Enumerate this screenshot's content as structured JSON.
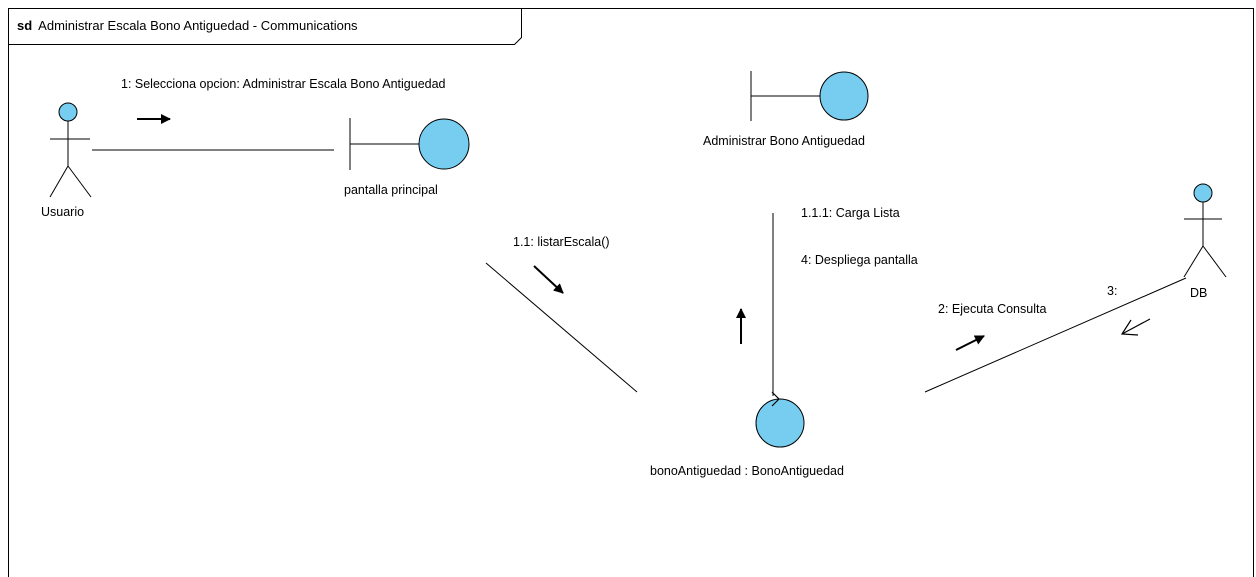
{
  "frame": {
    "keyword": "sd",
    "title": "Administrar Escala Bono Antiguedad - Communications"
  },
  "colors": {
    "fill": "#76cdf0",
    "stroke": "#000000",
    "background": "#ffffff"
  },
  "lifelines": {
    "usuario": {
      "kind": "actor",
      "label": "Usuario"
    },
    "db": {
      "kind": "actor",
      "label": "DB"
    },
    "pantalla_principal": {
      "kind": "boundary",
      "label": "pantalla principal"
    },
    "administrar_bono": {
      "kind": "boundary",
      "label": "Administrar Bono Antiguedad"
    },
    "bono_antiguedad": {
      "kind": "control",
      "label": "bonoAntiguedad : BonoAntiguedad"
    }
  },
  "messages": {
    "m1": "1: Selecciona opcion: Administrar  Escala Bono Antiguedad",
    "m1_1": "1.1: listarEscala()",
    "m1_1_1": "1.1.1: Carga Lista",
    "m4": "4: Despliega pantalla",
    "m2": "2: Ejecuta Consulta",
    "m3": "3:"
  }
}
